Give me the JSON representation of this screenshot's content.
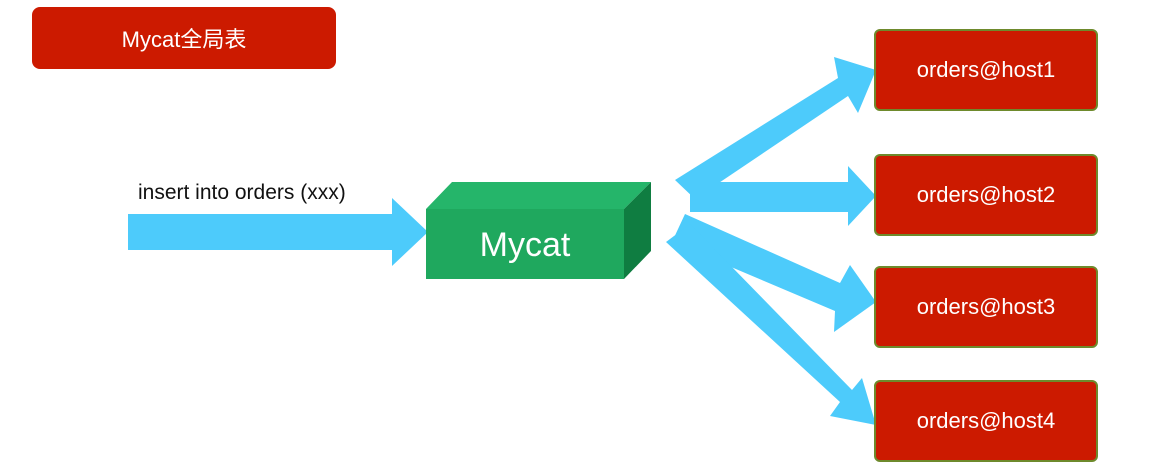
{
  "title": "Mycat全局表",
  "input_label": "insert into orders (xxx)",
  "hub_label": "Mycat",
  "hosts": [
    {
      "label": "orders@host1"
    },
    {
      "label": "orders@host2"
    },
    {
      "label": "orders@host3"
    },
    {
      "label": "orders@host4"
    }
  ],
  "colors": {
    "title_bg": "#cc1a00",
    "host_bg": "#cc1a00",
    "host_border": "#6e8a2c",
    "arrow": "#4dcbfb",
    "hub_front": "#1fa85e",
    "hub_top": "#25b56a",
    "hub_side": "#0f7d41"
  }
}
